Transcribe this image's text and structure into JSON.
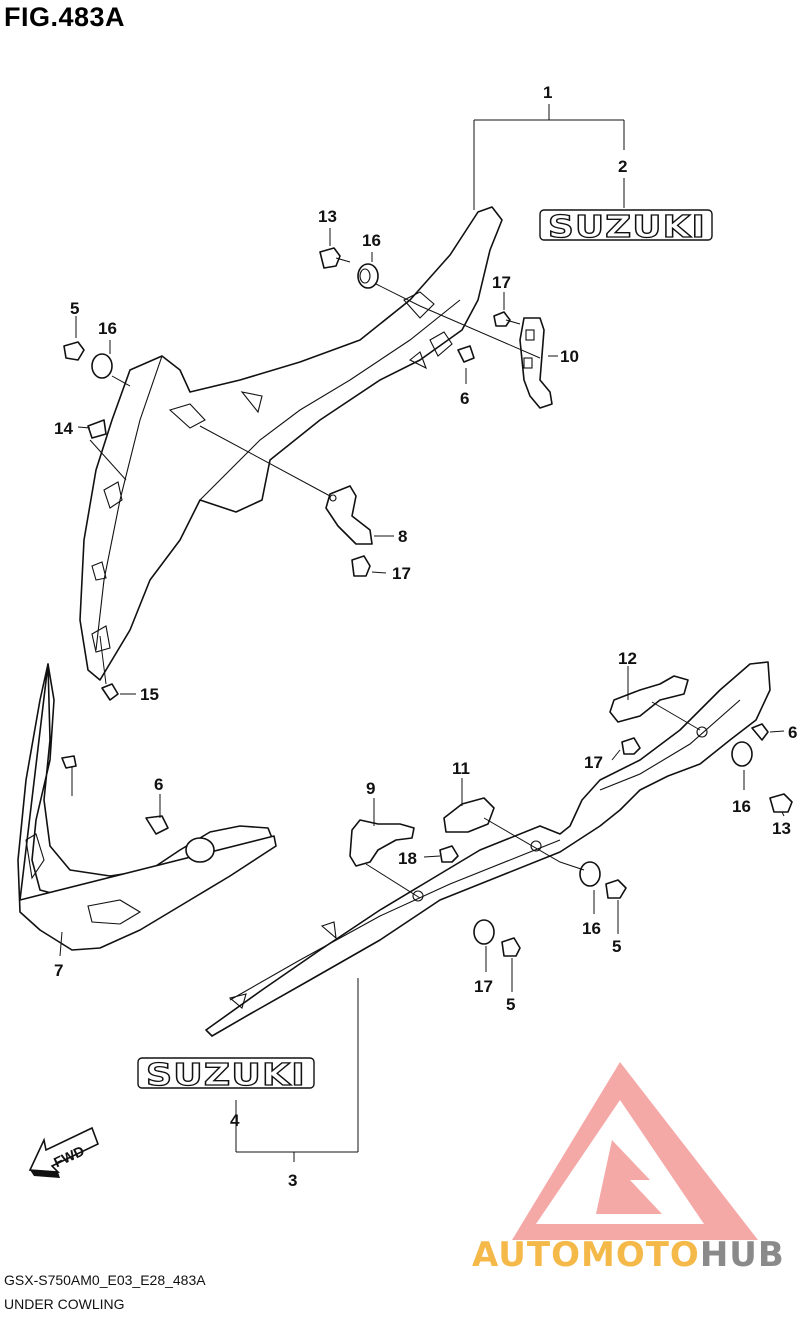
{
  "figure": {
    "title": "FIG.483A"
  },
  "callouts": [
    "1",
    "2",
    "3",
    "4",
    "5",
    "5",
    "5",
    "6",
    "6",
    "6",
    "7",
    "8",
    "9",
    "10",
    "11",
    "12",
    "13",
    "13",
    "14",
    "15",
    "16",
    "16",
    "16",
    "16",
    "17",
    "17",
    "17",
    "17",
    "18"
  ],
  "badges": {
    "upper": "SUZUKI",
    "lower": "SUZUKI"
  },
  "fwd_label": "FWD",
  "watermark": {
    "part1": "AUTO",
    "part2": "MOTO",
    "part3": "HUB",
    "colors": {
      "triangle": "#f29a98",
      "auto_moto": "#f5b94a",
      "hub": "#8a8a8a"
    }
  },
  "footer": {
    "code": "GSX-S750AM0_E03_E28_483A",
    "name": "UNDER COWLING"
  }
}
